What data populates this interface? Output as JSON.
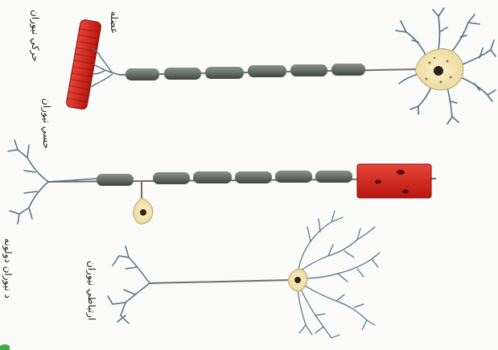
{
  "labels": {
    "motor_neuron": "حرکي نيوران",
    "muscle": "عضله",
    "sensory_neuron": "حسي نيوران",
    "interneuron": "ارتباطي نيوران",
    "neuron_types": "د نيوران دولونه"
  },
  "colors": {
    "myelin": "#5f6660",
    "axon": "#6a6f72",
    "dendrite": "#4f6f88",
    "cell_body": "#f3e6b6",
    "muscle": "#d4241c"
  }
}
